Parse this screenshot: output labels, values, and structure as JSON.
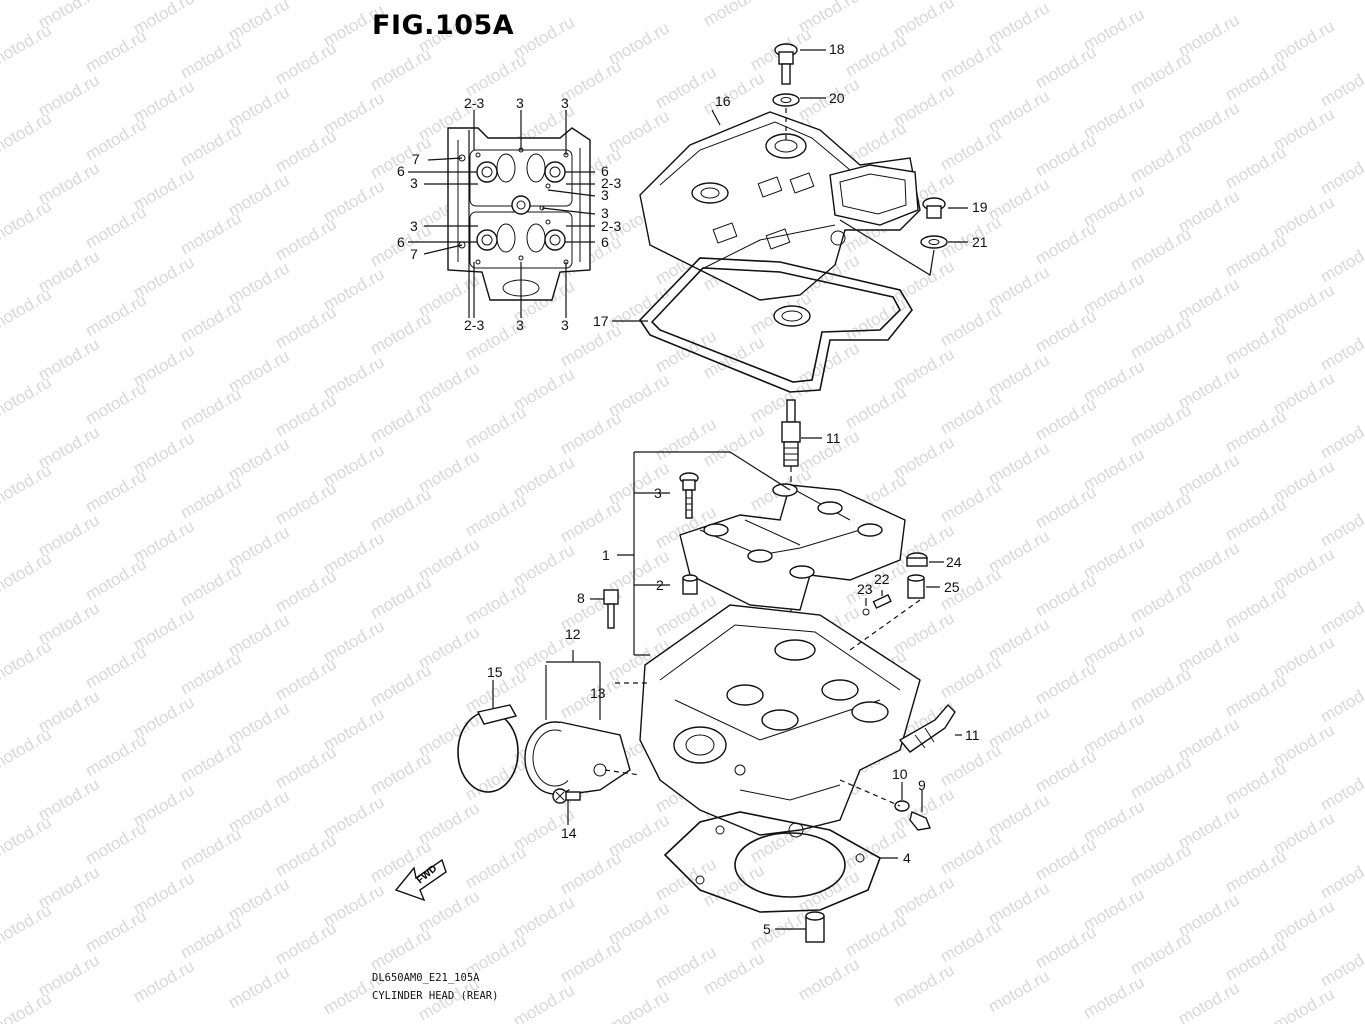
{
  "figure": {
    "title": "FIG.105A",
    "code": "DL650AM0_E21_105A",
    "caption": "CYLINDER HEAD (REAR)",
    "watermark": "motod.ru",
    "fwd_label": "FWD"
  },
  "callouts": {
    "p1": "1",
    "p2": "2",
    "p3": "3",
    "p4": "4",
    "p5": "5",
    "p8": "8",
    "p9": "9",
    "p10": "10",
    "p11a": "11",
    "p11b": "11",
    "p12": "12",
    "p13": "13",
    "p14": "14",
    "p15": "15",
    "p16": "16",
    "p17": "17",
    "p18": "18",
    "p19": "19",
    "p20": "20",
    "p21": "21",
    "p22": "22",
    "p23": "23",
    "p24": "24",
    "p25": "25"
  },
  "inset_callouts": {
    "top_left": "2-3",
    "top_mid": "3",
    "top_right": "3",
    "l7a": "7",
    "l6a": "6",
    "l3a": "3",
    "l3b": "3",
    "l6b": "6",
    "l7b": "7",
    "r6a": "6",
    "r23a": "2-3",
    "r3a": "3",
    "r3b": "3",
    "r23b": "2-3",
    "r6b": "6",
    "bot_left": "2-3",
    "bot_mid": "3",
    "bot_right": "3"
  }
}
